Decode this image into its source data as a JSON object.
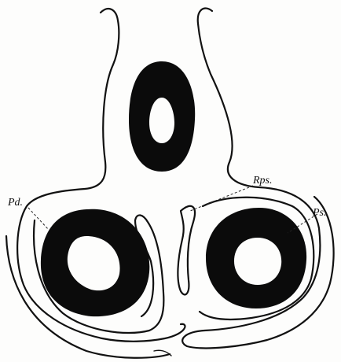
{
  "labels": {
    "pd": "Pd.",
    "rps": "Rps.",
    "ps": "Ps."
  }
}
